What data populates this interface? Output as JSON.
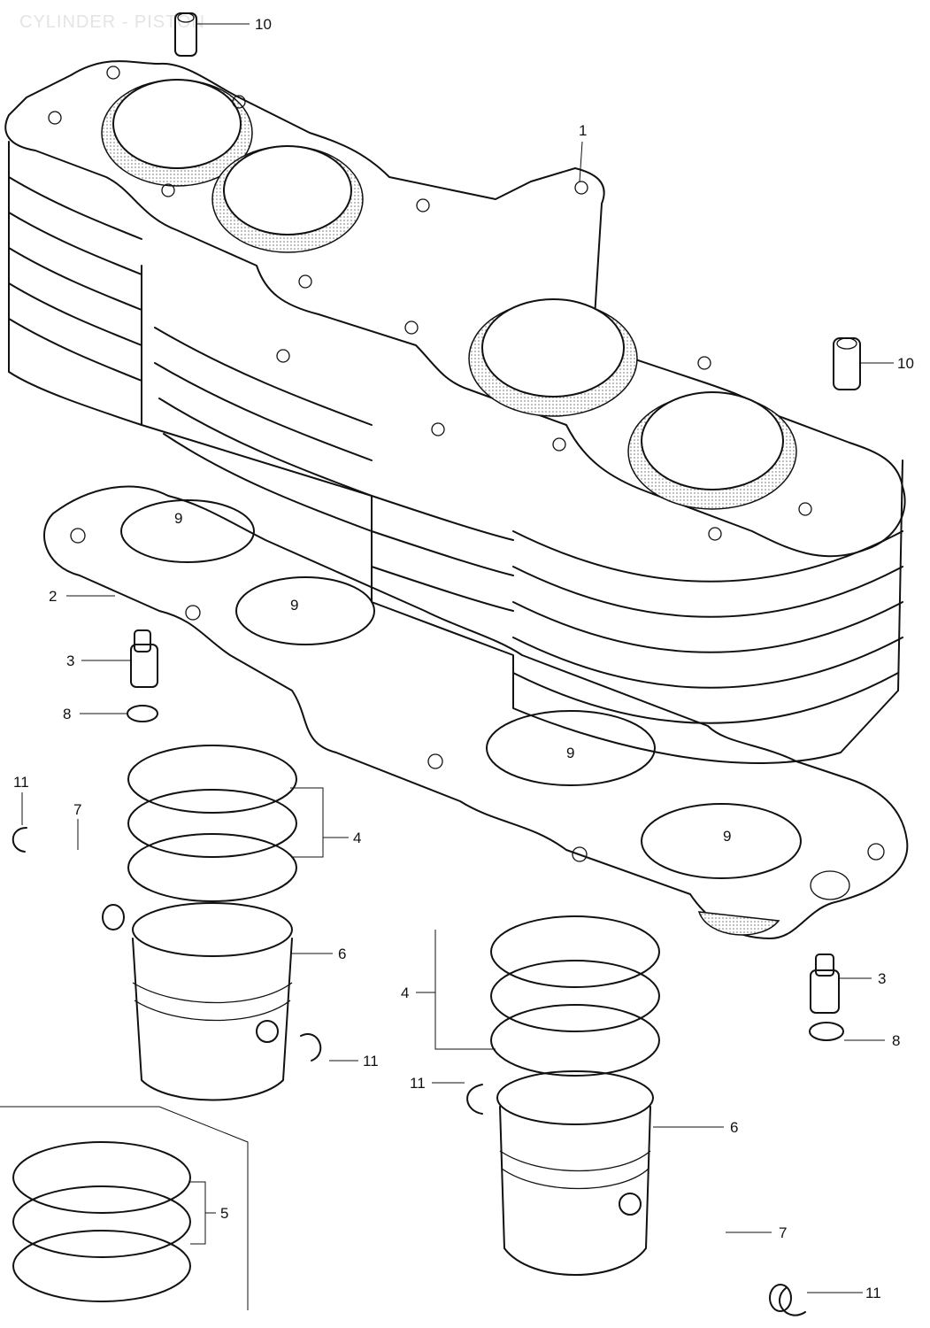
{
  "title": "CYLINDER - PISTON",
  "callouts": [
    "10",
    "1",
    "10",
    "9",
    "2",
    "9",
    "3",
    "8",
    "9",
    "11",
    "7",
    "4",
    "9",
    "6",
    "4",
    "3",
    "8",
    "11",
    "11",
    "6",
    "5",
    "7",
    "11"
  ]
}
